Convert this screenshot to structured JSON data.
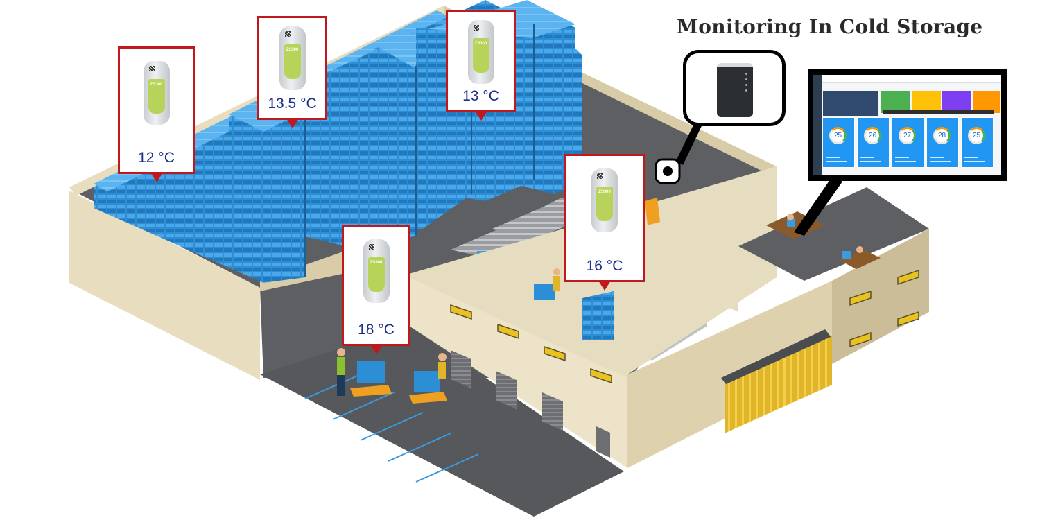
{
  "title": "Monitoring In Cold Storage",
  "sensors": [
    {
      "reading": "12 °C",
      "model": "ZS300"
    },
    {
      "reading": "13.5 °C",
      "model": "ZS300"
    },
    {
      "reading": "13 °C",
      "model": "ZS300"
    },
    {
      "reading": "16 °C",
      "model": "ZS300"
    },
    {
      "reading": "18 °C",
      "model": "ZS300"
    }
  ],
  "dashboard": {
    "gauges": [
      "25",
      "26",
      "27",
      "28",
      "25"
    ]
  },
  "colors": {
    "callout_border": "#c0181c",
    "temperature_text": "#1b2d8a",
    "rack_blue": "#2c8fd6",
    "wall": "#e6dcc0",
    "floor": "#5d5f63",
    "sensor_green": "#b8d35a"
  }
}
